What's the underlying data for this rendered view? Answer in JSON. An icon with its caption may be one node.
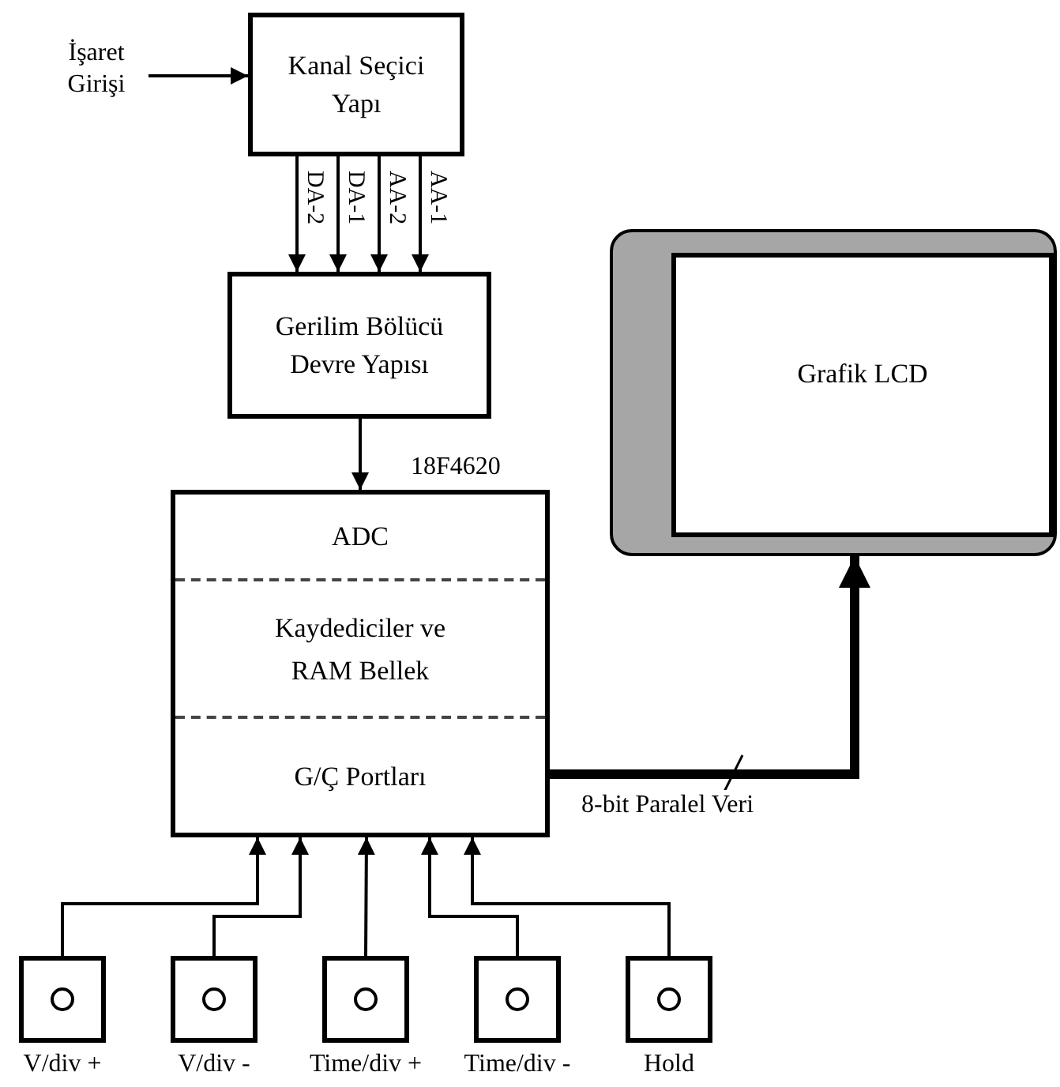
{
  "diagram": {
    "nodes": [
      {
        "text": [
          "İşaret Girişi"
        ]
      },
      {
        "text": [
          "Kanal Seçici Yapı"
        ]
      },
      {
        "text": [
          "Gerilim Bölücü Devre Yapısı"
        ]
      },
      {
        "text": [
          "ADC",
          "Kaydediciler ve RAM Bellek",
          "G/Ç Portları"
        ],
        "beside": [
          "18F4620"
        ]
      },
      {
        "text": [],
        "shape": "box"
      },
      {
        "text": [
          "Grafik LCD"
        ],
        "in": 4
      },
      {
        "text": [],
        "shape": "box",
        "beside": [
          "V/div +"
        ]
      },
      {
        "text": [],
        "shape": "box",
        "beside": [
          "V/div -"
        ]
      },
      {
        "text": [],
        "shape": "box",
        "beside": [
          "Time/div +"
        ]
      },
      {
        "text": [],
        "shape": "box",
        "beside": [
          "Time/div -"
        ]
      },
      {
        "text": [],
        "shape": "box",
        "beside": [
          "Hold"
        ]
      }
    ],
    "edges": [
      {
        "from": 0,
        "to": 1,
        "arrow": "to"
      },
      {
        "from": 1,
        "to": 2,
        "arrow": "to",
        "label": "DA-2"
      },
      {
        "from": 1,
        "to": 2,
        "arrow": "to",
        "label": "DA-1"
      },
      {
        "from": 1,
        "to": 2,
        "arrow": "to",
        "label": "AA-2"
      },
      {
        "from": 1,
        "to": 2,
        "arrow": "to",
        "label": "AA-1"
      },
      {
        "from": 2,
        "to": 3,
        "arrow": "to"
      },
      {
        "from": 3,
        "to": 4,
        "arrow": "to",
        "style": "thick",
        "label": "8-bit Paralel Veri"
      },
      {
        "from": 6,
        "to": 3,
        "arrow": "to"
      },
      {
        "from": 7,
        "to": 3,
        "arrow": "to"
      },
      {
        "from": 8,
        "to": 3,
        "arrow": "to"
      },
      {
        "from": 9,
        "to": 3,
        "arrow": "to"
      },
      {
        "from": 10,
        "to": 3,
        "arrow": "to"
      }
    ]
  }
}
